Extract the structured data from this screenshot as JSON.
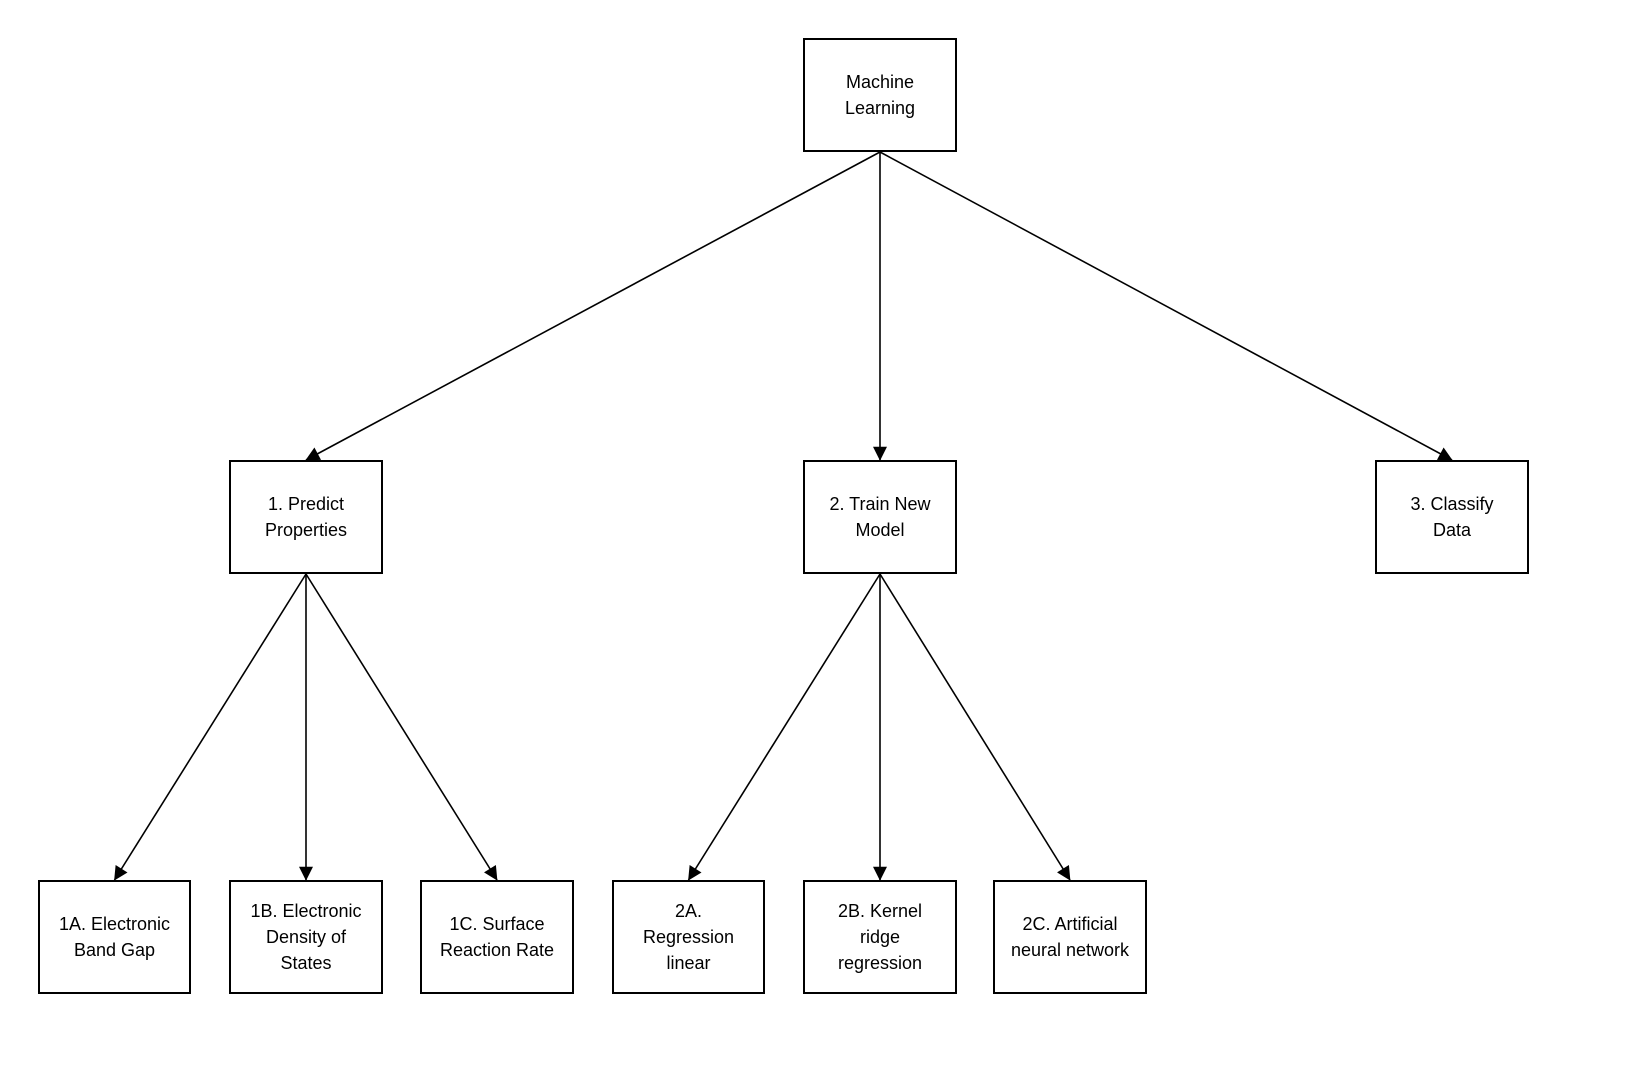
{
  "diagram": {
    "nodes": {
      "ml": {
        "id": "ml",
        "label": "Machine\nLearning"
      },
      "predict": {
        "id": "predict",
        "label": "1. Predict\nProperties"
      },
      "train": {
        "id": "train",
        "label": "2. Train New\nModel"
      },
      "classify": {
        "id": "classify",
        "label": "3. Classify\nData"
      },
      "bandgap": {
        "id": "bandgap",
        "label": "1A. Electronic\nBand Gap"
      },
      "dos": {
        "id": "dos",
        "label": "1B. Electronic\nDensity of\nStates"
      },
      "surface": {
        "id": "surface",
        "label": "1C. Surface\nReaction Rate"
      },
      "reglinear": {
        "id": "reglinear",
        "label": "2A.\nRegression\nlinear"
      },
      "kernel": {
        "id": "kernel",
        "label": "2B. Kernel\nridge\nregression"
      },
      "ann": {
        "id": "ann",
        "label": "2C. Artificial\nneural network"
      }
    },
    "edges": [
      {
        "from": "ml",
        "to": "predict"
      },
      {
        "from": "ml",
        "to": "train"
      },
      {
        "from": "ml",
        "to": "classify"
      },
      {
        "from": "predict",
        "to": "bandgap"
      },
      {
        "from": "predict",
        "to": "dos"
      },
      {
        "from": "predict",
        "to": "surface"
      },
      {
        "from": "train",
        "to": "reglinear"
      },
      {
        "from": "train",
        "to": "kernel"
      },
      {
        "from": "train",
        "to": "ann"
      }
    ],
    "colors": {
      "background": "#ffffff",
      "box_fill": "#ffffff",
      "box_border": "#000000",
      "line": "#000000",
      "text": "#000000"
    }
  }
}
